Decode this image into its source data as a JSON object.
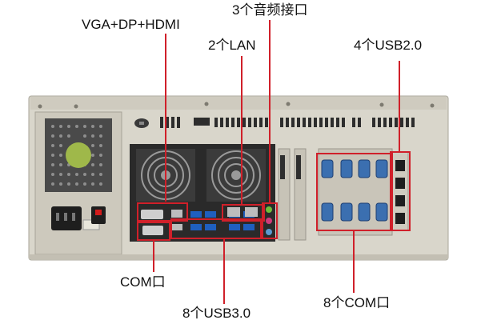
{
  "labels": {
    "audio": "3个音频接口",
    "video": "VGA+DP+HDMI",
    "lan": "2个LAN",
    "usb2": "4个USB2.0",
    "com_single": "COM口",
    "usb3": "8个USB3.0",
    "com_multi": "8个COM口"
  },
  "colors": {
    "callout": "#d0202a",
    "chassis": "#d6d3c7",
    "panel_dark": "#2a2a2a",
    "port_blue": "#1f5fbf",
    "label_text": "#111111"
  },
  "icons": {
    "fan": "fan-icon",
    "power_socket": "power-socket-icon",
    "power_switch": "power-switch-icon",
    "lock": "lock-icon"
  }
}
